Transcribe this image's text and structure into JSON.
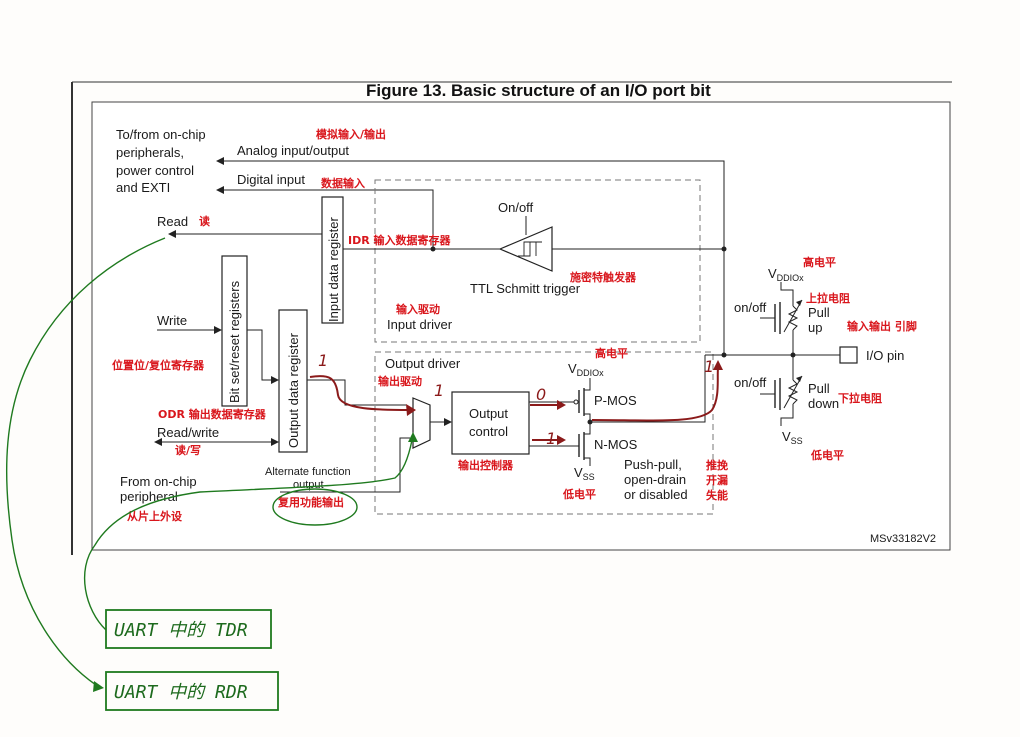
{
  "figure": {
    "title": "Figure 13. Basic structure of an I/O port bit",
    "ref_code": "MSv33182V2"
  },
  "labels": {
    "peripherals_line1": "To/from on-chip",
    "peripherals_line2": "peripherals,",
    "peripherals_line3": "power control",
    "peripherals_line4": "and EXTI",
    "analog": "Analog input/output",
    "digital_input": "Digital input",
    "read": "Read",
    "write": "Write",
    "read_write": "Read/write",
    "from_onchip_line1": "From on-chip",
    "from_onchip_line2": "peripheral",
    "alt_func_line1": "Alternate function",
    "alt_func_line2": "output",
    "input_data_register": "Input data register",
    "bit_set_reset": "Bit set/reset registers",
    "output_data_register": "Output data register",
    "on_off_trigger": "On/off",
    "ttl_schmitt": "TTL Schmitt trigger",
    "input_driver": "Input driver",
    "output_driver": "Output driver",
    "output_control_line1": "Output",
    "output_control_line2": "control",
    "vddiox": "V",
    "vddiox_sub": "DDIOx",
    "vss": "V",
    "vss_sub": "SS",
    "pmos": "P-MOS",
    "nmos": "N-MOS",
    "push_pull_line1": "Push-pull,",
    "push_pull_line2": "open-drain",
    "push_pull_line3": "or disabled",
    "on_off_pullup": "on/off",
    "on_off_pulldown": "on/off",
    "pull_up_line1": "Pull",
    "pull_up_line2": "up",
    "pull_down_line1": "Pull",
    "pull_down_line2": "down",
    "io_pin": "I/O pin"
  },
  "annotations": {
    "analog": "模拟输入/输出",
    "digital_input": "数据输入",
    "read": "读",
    "idr": "IDR 输入数据寄存器",
    "schmitt": "施密特触发器",
    "input_driver": "输入驱动",
    "high_level_top": "高电平",
    "pull_up_resistor": "上拉电阻",
    "io_pin": "输入输出 引脚",
    "bit_set_reset": "位置位/复位寄存器",
    "output_driver": "输出驱动",
    "high_level_pmos": "高电平",
    "pull_down_resistor": "下拉电阻",
    "odr": "ODR 输出数据寄存器",
    "read_write": "读/写",
    "output_controller": "输出控制器",
    "low_level_nmos": "低电平",
    "push_pull_1": "推挽",
    "push_pull_2": "开漏",
    "push_pull_3": "失能",
    "low_level_bottom": "低电平",
    "alt_output": "复用功能输出",
    "from_peripheral": "从片上外设"
  },
  "handwritten": {
    "mark_1a": "1",
    "mark_1b": "1",
    "mark_0": "0",
    "mark_1c": "1",
    "mark_1d": "1",
    "uart_tdr": "UART 中的 TDR",
    "uart_rdr": "UART 中的 RDR"
  }
}
